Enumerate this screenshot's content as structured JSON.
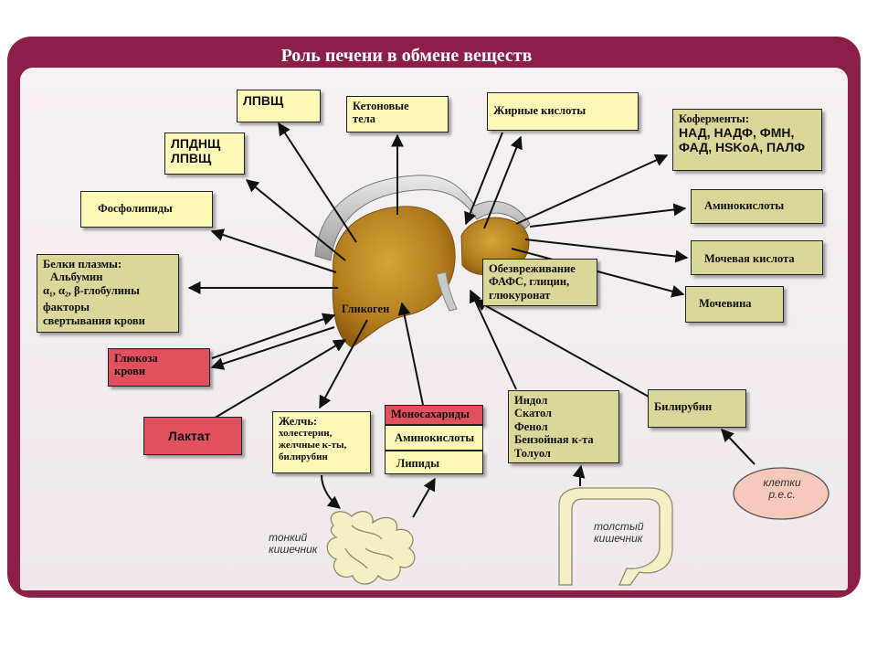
{
  "title": "Роль печени в обмене веществ",
  "center_label": "Гликоген",
  "boxes": {
    "lpvsch_top": "ЛПВЩ",
    "ketone": [
      "Кетоновые",
      "тела"
    ],
    "fatty_acids": "Жирные кислоты",
    "coenzymes": [
      "Коферменты:",
      "НАД, НАДФ, ФМН,",
      "ФАД, HSKoA, ПАЛФ"
    ],
    "lpdnsch": [
      "ЛПДНЩ",
      "ЛПВЩ"
    ],
    "phospholipids": "Фосфолипиды",
    "amino_acids_out": "Аминокислоты",
    "uric_acid": "Мочевая кислота",
    "urea": "Мочевина",
    "plasma_proteins": [
      "Белки плазмы:",
      "Альбумин",
      "α₁, α₂, β-глобулины",
      "факторы",
      "свертывания крови"
    ],
    "detox": [
      "Обезвреживание",
      "ФАФС, глицин,",
      "глюкуронат"
    ],
    "blood_glucose": [
      "Глюкоза",
      "крови"
    ],
    "lactate": "Лактат",
    "bile": [
      "Желчь:",
      "холестерин,",
      "желчные к-ты,",
      "билирубин"
    ],
    "monosaccharides": "Моносахариды",
    "amino_acids_in": "Аминокислоты",
    "lipids": "Липиды",
    "indole_group": [
      "Индол",
      "Скатол",
      "Фенол",
      "Бензойная к-та",
      "Толуол"
    ],
    "bilirubin": "Билирубин",
    "res_cells": [
      "клетки",
      "р.е.с."
    ],
    "small_intestine": [
      "тонкий",
      "кишечник"
    ],
    "large_intestine": [
      "толстый",
      "кишечник"
    ]
  },
  "colors": {
    "frame": "#8c1f4a",
    "background": "#efe9ec",
    "yellow_box": "#fdf7b8",
    "olive_box": "#d9d79a",
    "red_box": "#e0505f",
    "liver": "#b8861f",
    "res_cells": "#f6c9bc"
  }
}
